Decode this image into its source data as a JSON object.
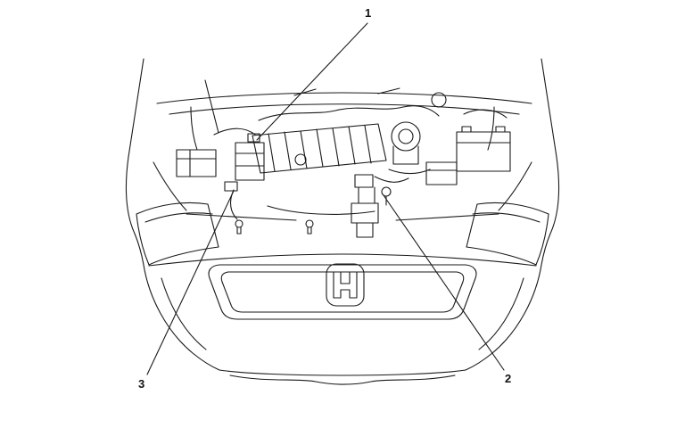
{
  "figure": {
    "kind": "engine-bay-parts-location-diagram",
    "ink_color": "#1a1a1a",
    "background_color": "#ffffff",
    "logo": "honda-h-emblem",
    "callouts": [
      {
        "id": 1,
        "label": "1"
      },
      {
        "id": 2,
        "label": "2"
      },
      {
        "id": 3,
        "label": "3"
      }
    ]
  }
}
